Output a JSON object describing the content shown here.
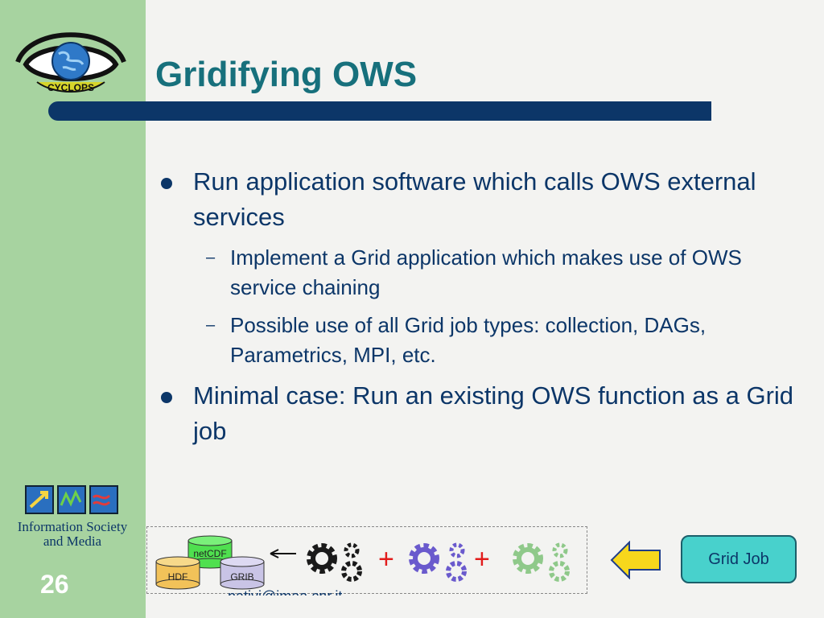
{
  "title": "Gridifying OWS",
  "bullets": [
    {
      "text": "Run application software which calls OWS external services",
      "sub": [
        "Implement a Grid application which makes use of OWS service chaining",
        "Possible use of all Grid job types: collection, DAGs, Parametrics, MPI, etc."
      ]
    },
    {
      "text": "Minimal case: Run an existing OWS function as a Grid job",
      "sub": []
    }
  ],
  "logo_text": "CYCLOPS",
  "ism_logo_text": {
    "line1": "Information Society",
    "line2": "and Media"
  },
  "slide_number": "26",
  "diagram": {
    "cylinders": [
      "netCDF",
      "HDF",
      "GRIB"
    ],
    "plus_sign": "+",
    "email_partial": "nativi@imaa.cnr.it",
    "grid_job_label": "Grid Job"
  },
  "colors": {
    "sidebar": "#a7d3a0",
    "title": "#17707c",
    "title_bar": "#0c3668",
    "body_text": "#0c3668",
    "grid_job_fill": "#48d1cc",
    "arrow_yellow": "#f7d71c",
    "plus_red": "#e21c1c",
    "gear_dark": "#1a1a1a",
    "gear_purple": "#6a5acd",
    "gear_green": "#8fc98a"
  }
}
